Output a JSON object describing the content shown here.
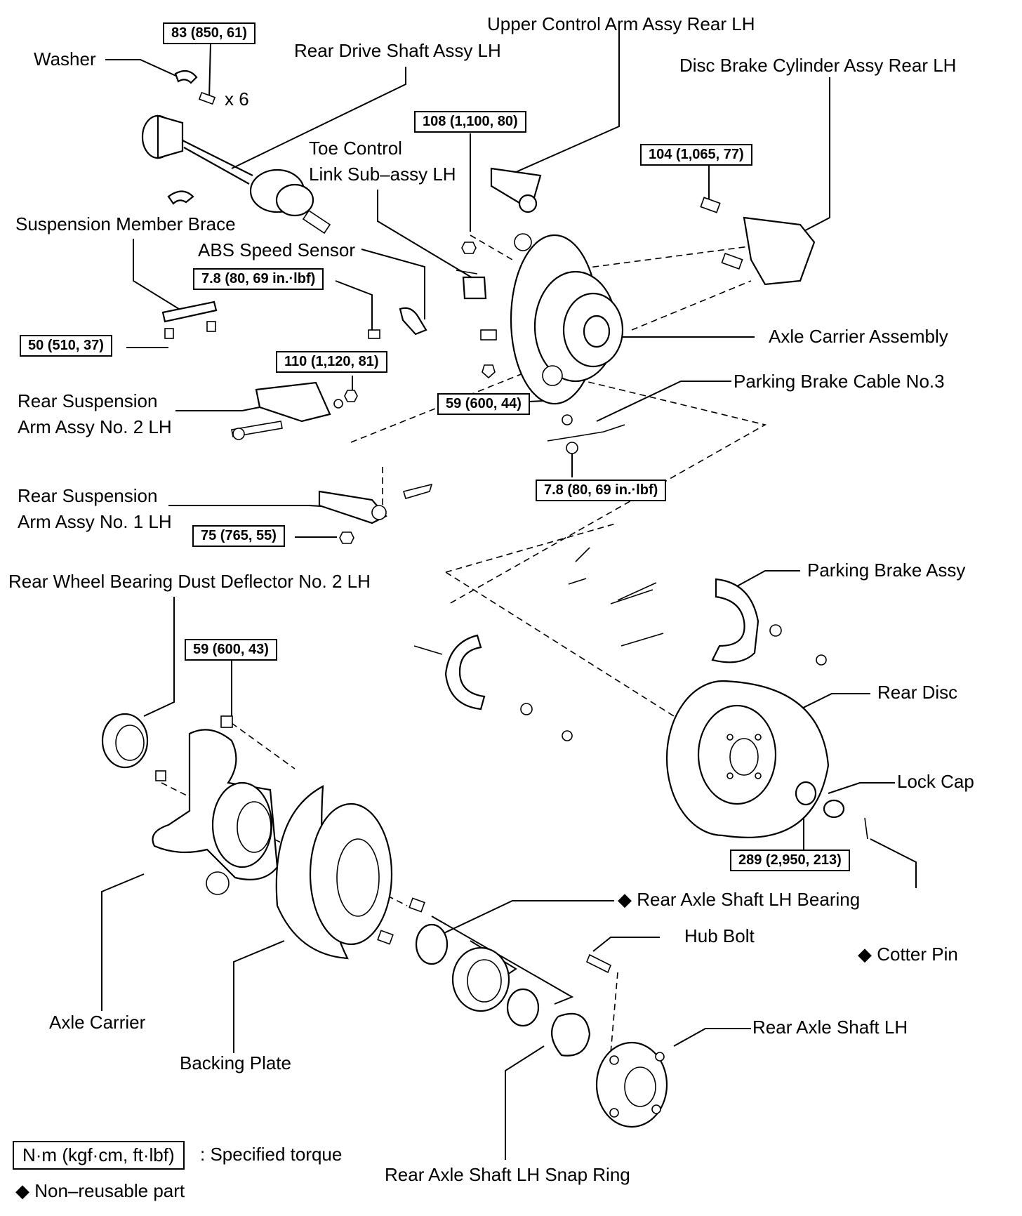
{
  "parts": {
    "washer": "Washer",
    "drive_shaft": "Rear Drive Shaft Assy LH",
    "upper_arm": "Upper Control Arm Assy Rear LH",
    "disc_cylinder": "Disc Brake Cylinder Assy Rear LH",
    "toe_link_1": "Toe Control",
    "toe_link_2": "Link Sub–assy LH",
    "member_brace": "Suspension Member Brace",
    "abs_sensor": "ABS Speed Sensor",
    "axle_carrier_assembly": "Axle Carrier Assembly",
    "parking_cable": "Parking Brake Cable No.3",
    "arm2_1": "Rear Suspension",
    "arm2_2": "Arm Assy No. 2 LH",
    "arm1_1": "Rear Suspension",
    "arm1_2": "Arm Assy No. 1 LH",
    "dust_deflector": "Rear Wheel Bearing Dust Deflector No. 2 LH",
    "parking_brake": "Parking Brake Assy",
    "rear_disc": "Rear Disc",
    "lock_cap": "Lock Cap",
    "shaft_bearing": "◆ Rear Axle Shaft LH Bearing",
    "hub_bolt": "Hub Bolt",
    "cotter_pin": "◆ Cotter Pin",
    "axle_carrier": "Axle Carrier",
    "backing_plate": "Backing Plate",
    "rear_axle_shaft": "Rear Axle Shaft LH",
    "snap_ring": "Rear Axle Shaft LH Snap Ring",
    "x6": "x 6"
  },
  "torques": {
    "t83": "83 (850, 61)",
    "t108": "108 (1,100, 80)",
    "t104": "104 (1,065, 77)",
    "t78a": "7.8 (80, 69 in.·lbf)",
    "t50": "50 (510, 37)",
    "t110": "110 (1,120, 81)",
    "t59a": "59 (600, 44)",
    "t78b": "7.8 (80, 69 in.·lbf)",
    "t75": "75 (765, 55)",
    "t59b": "59 (600, 43)",
    "t289": "289 (2,950, 213)"
  },
  "legend": {
    "torque_box": "N·m (kgf·cm, ft·lbf)",
    "torque_text": ": Specified torque",
    "nonreusable": "◆ Non–reusable part"
  }
}
